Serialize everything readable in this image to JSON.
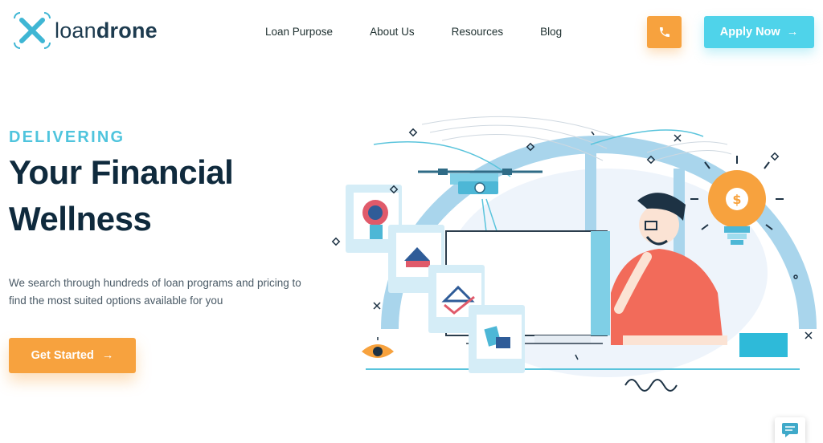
{
  "brand": {
    "name_light": "loan",
    "name_bold": "drone",
    "accent": "#4fc4dd",
    "orange": "#f7a23e"
  },
  "nav": {
    "items": [
      {
        "label": "Loan Purpose"
      },
      {
        "label": "About Us"
      },
      {
        "label": "Resources"
      },
      {
        "label": "Blog"
      }
    ]
  },
  "header": {
    "phone_icon": "phone-icon",
    "apply_label": "Apply Now",
    "apply_arrow": "→"
  },
  "hero": {
    "eyebrow": "DELIVERING",
    "headline_line1": "Your Financial",
    "headline_line2": "Wellness",
    "description": "We search through hundreds of loan programs and pricing to find the most suited options available for you",
    "cta_label": "Get Started",
    "cta_arrow": "→"
  },
  "illustration": {
    "currency_symbol": "$"
  },
  "chat": {
    "icon": "chat-icon"
  }
}
